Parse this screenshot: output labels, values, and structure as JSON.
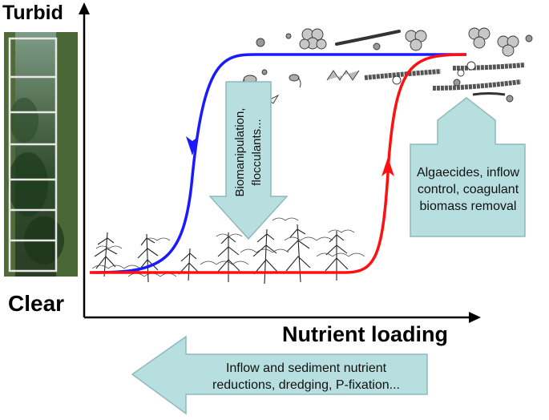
{
  "axes": {
    "y_top_label": "Turbid",
    "y_bottom_label": "Clear",
    "x_label": "Nutrient loading"
  },
  "boxes": {
    "restoration_down": {
      "lines": [
        "Biomanipulation,",
        "flocculants..."
      ]
    },
    "restoration_algae": {
      "lines": [
        "Algaecides, inflow",
        "control, coagulant",
        "biomass removal"
      ]
    },
    "restoration_nutrient": {
      "lines": [
        "Inflow and sediment nutrient",
        "reductions, dredging, P-fixation..."
      ]
    }
  },
  "curves": {
    "recovery_path_color": "#1a1aff",
    "degradation_path_color": "#ff1010"
  },
  "arrow_fill": "#b7dfe0",
  "arrow_stroke": "#8fb9ba",
  "icons": {
    "photo": "aerial-lake-enclosures-photo",
    "plants": "submerged-macrophyte-icon",
    "algae": "phytoplankton-icon"
  }
}
